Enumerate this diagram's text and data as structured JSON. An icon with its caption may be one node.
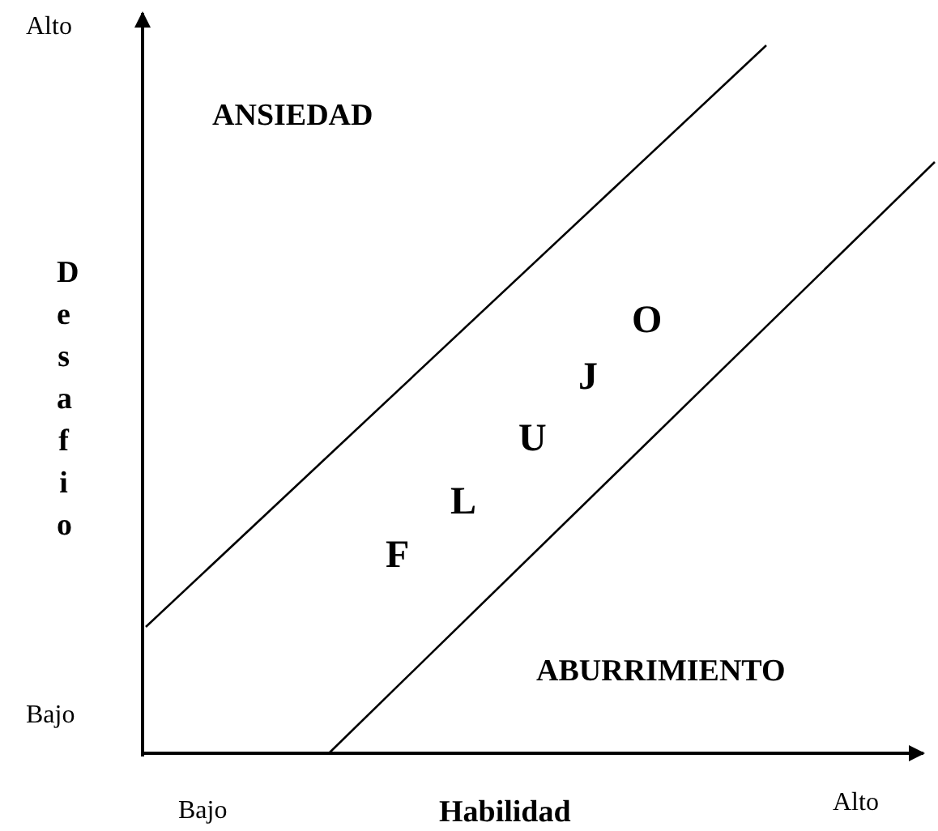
{
  "diagram": {
    "labels": [
      "Alto",
      "ANSIEDAD",
      "Desafio",
      "O",
      "J",
      "U",
      "L",
      "F",
      "ABURRIMIENTO",
      "Bajo",
      "Bajo",
      "Habilidad",
      "Alto"
    ]
  }
}
